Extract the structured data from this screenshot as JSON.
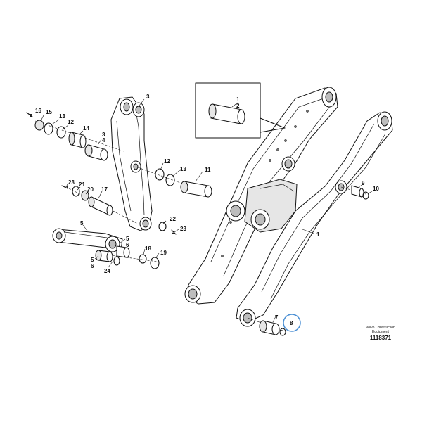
{
  "diagram": {
    "callouts": {
      "c1a": "1",
      "c2a": "2",
      "c1": "1",
      "c3a": "3",
      "c3b": "3",
      "c4b": "4",
      "c5a": "5",
      "c5b": "5",
      "c5c": "5",
      "c6b": "6",
      "c6c": "6",
      "c7": "7",
      "c8": "8",
      "c9": "9",
      "c10": "10",
      "c11": "11",
      "c12a": "12",
      "c12b": "12",
      "c13a": "13",
      "c13b": "13",
      "c14": "14",
      "c15": "15",
      "c16": "16",
      "c17": "17",
      "c18": "18",
      "c19": "19",
      "c20": "20",
      "c21": "21",
      "c22": "22",
      "c23a": "23",
      "c23b": "23",
      "c24": "24"
    },
    "highlighted_callout": "8",
    "highlight_color": "#4a8fd4"
  },
  "footer": {
    "brand_line1": "Volvo Construction",
    "brand_line2": "Equipment",
    "drawing_number": "1118371"
  }
}
